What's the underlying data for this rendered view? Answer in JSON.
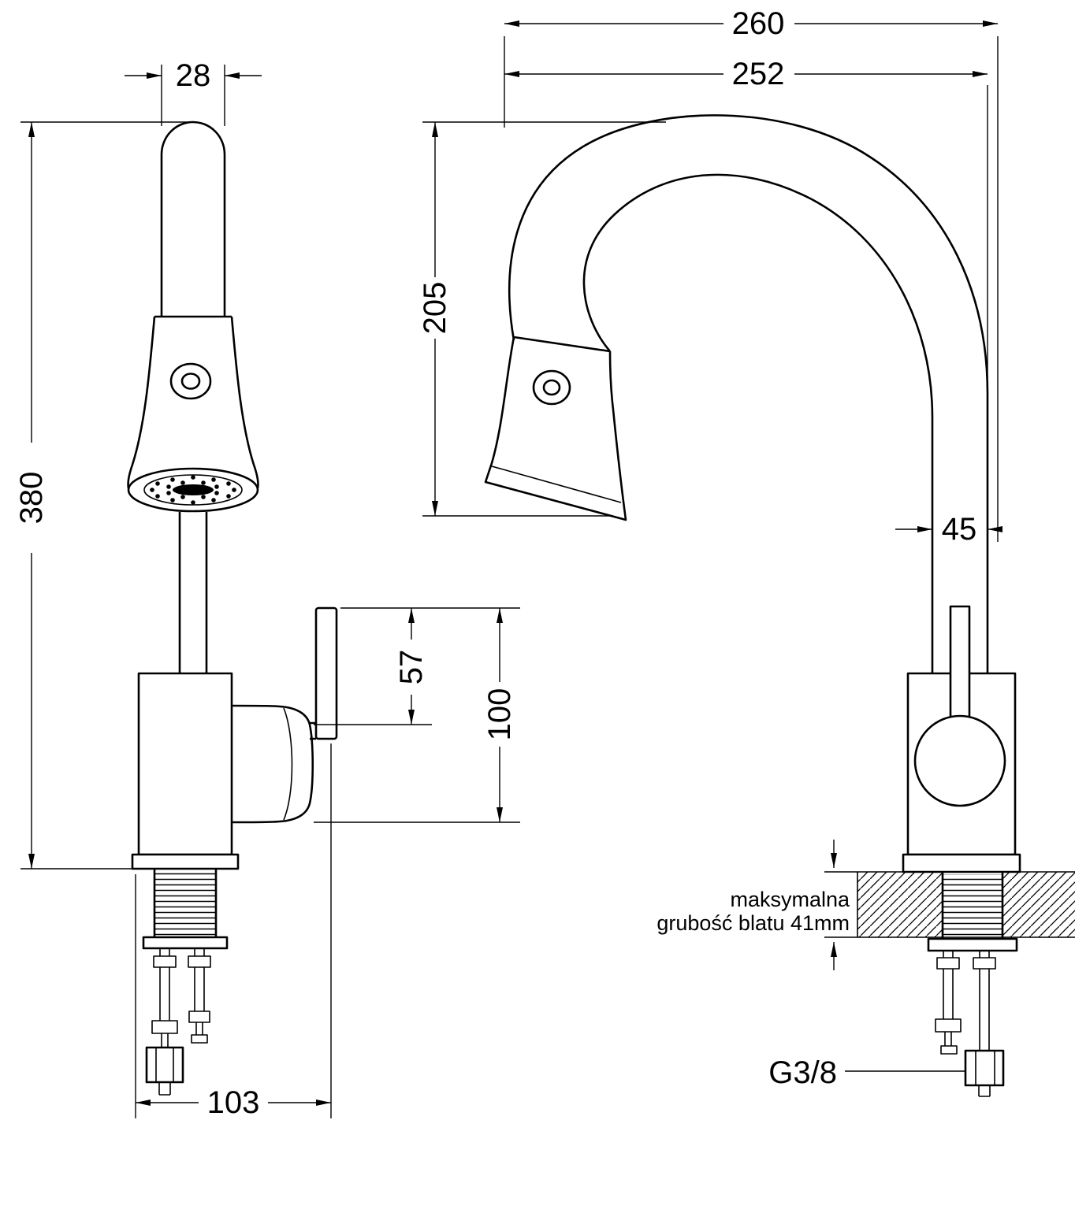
{
  "colors": {
    "line": "#000000",
    "background": "#ffffff"
  },
  "front_view": {
    "dims": {
      "spout_width": "28",
      "total_height": "380",
      "lever_height": "57",
      "handle_height": "100",
      "base_span": "103"
    }
  },
  "side_view": {
    "dims": {
      "overall_depth": "260",
      "spout_reach": "252",
      "spout_clearance": "205",
      "column_width": "45"
    },
    "notes": {
      "counter_line1": "maksymalna",
      "counter_line2": "grubość blatu 41mm",
      "thread_label": "G3/8"
    }
  }
}
